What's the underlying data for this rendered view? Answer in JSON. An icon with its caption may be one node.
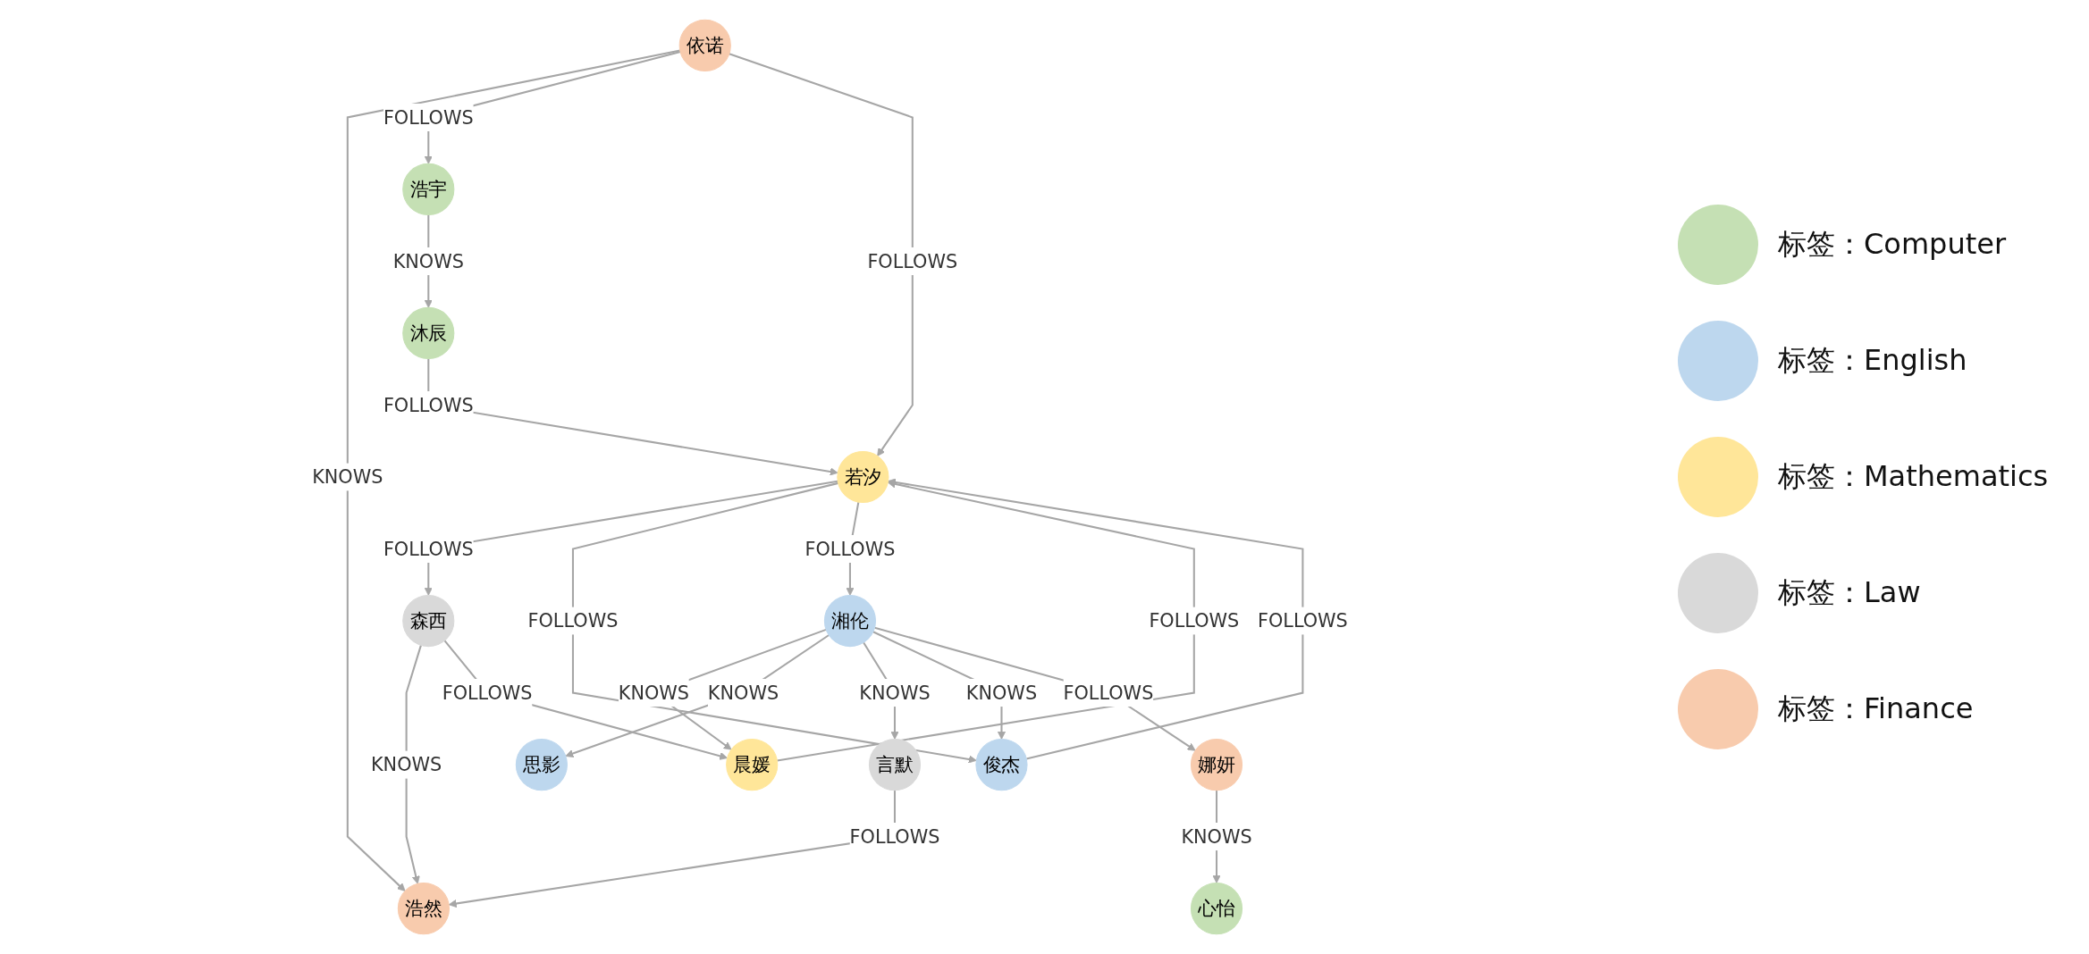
{
  "diagram": {
    "nodes": [
      {
        "text": [
          "依诺"
        ]
      },
      {
        "text": [
          "浩然"
        ]
      },
      {
        "text": [
          "浩宇"
        ]
      },
      {
        "text": [
          "森西"
        ]
      },
      {
        "text": [
          "言默"
        ]
      },
      {
        "text": [
          "若汐"
        ]
      },
      {
        "text": [
          "思影"
        ]
      },
      {
        "text": [
          "沐辰"
        ]
      },
      {
        "text": [
          "晨媛"
        ]
      },
      {
        "text": [
          "心怡"
        ]
      },
      {
        "text": [
          "俊杰"
        ]
      },
      {
        "text": [
          "娜妍"
        ]
      },
      {
        "text": [
          "湘伦"
        ]
      }
    ],
    "edges": [
      {
        "from": 0,
        "to": 1,
        "arrow": "to",
        "label": "KNOWS"
      },
      {
        "from": 0,
        "to": 2,
        "arrow": "to",
        "label": "FOLLOWS"
      },
      {
        "from": 0,
        "to": 5,
        "arrow": "to",
        "label": "FOLLOWS"
      },
      {
        "from": 3,
        "to": 1,
        "arrow": "to",
        "label": "KNOWS"
      },
      {
        "from": 4,
        "to": 1,
        "arrow": "to",
        "label": "FOLLOWS"
      },
      {
        "from": 2,
        "to": 7,
        "arrow": "to",
        "label": "KNOWS"
      },
      {
        "from": 5,
        "to": 3,
        "arrow": "to",
        "label": "FOLLOWS"
      },
      {
        "from": 3,
        "to": 8,
        "arrow": "to",
        "label": "FOLLOWS"
      },
      {
        "from": 7,
        "to": 5,
        "arrow": "to",
        "label": "FOLLOWS"
      },
      {
        "from": 8,
        "to": 5,
        "arrow": "to",
        "label": "FOLLOWS"
      },
      {
        "from": 10,
        "to": 5,
        "arrow": "to",
        "label": "FOLLOWS"
      },
      {
        "from": 5,
        "to": 10,
        "arrow": "to",
        "label": "FOLLOWS"
      },
      {
        "from": 5,
        "to": 12,
        "arrow": "to",
        "label": "FOLLOWS"
      },
      {
        "from": 12,
        "to": 8,
        "arrow": "to",
        "label": "KNOWS"
      },
      {
        "from": 12,
        "to": 6,
        "arrow": "to",
        "label": "KNOWS"
      },
      {
        "from": 12,
        "to": 4,
        "arrow": "to",
        "label": "KNOWS"
      },
      {
        "from": 12,
        "to": 10,
        "arrow": "to",
        "label": "KNOWS"
      },
      {
        "from": 12,
        "to": 11,
        "arrow": "to",
        "label": "FOLLOWS"
      },
      {
        "from": 11,
        "to": 9,
        "arrow": "to",
        "label": "KNOWS"
      }
    ],
    "legend": [
      {
        "text": "标签：Computer",
        "color": "#c5e0b4"
      },
      {
        "text": "标签：English",
        "color": "#bdd7ee"
      },
      {
        "text": "标签：Mathematics",
        "color": "#ffe699"
      },
      {
        "text": "标签：Law",
        "color": "#d9d9d9"
      },
      {
        "text": "标签：Finance",
        "color": "#f8cbad"
      }
    ]
  }
}
